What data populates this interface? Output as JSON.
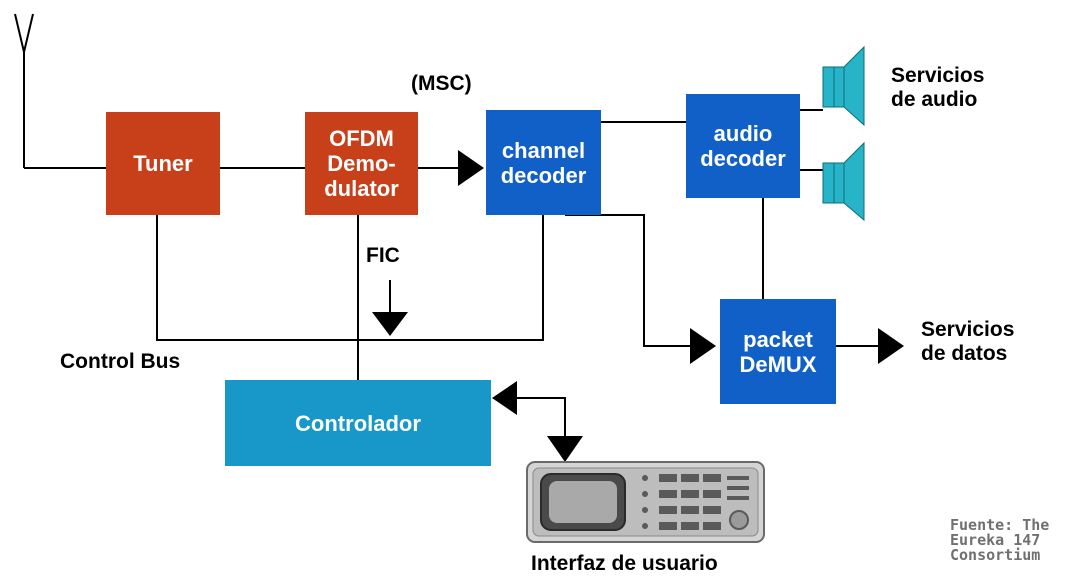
{
  "colors": {
    "red_block": "#c8401a",
    "blue_block": "#1060c8",
    "cyan_block": "#1898c8",
    "speaker": "#28b4c8",
    "line": "#000000",
    "credit_text": "#707070"
  },
  "blocks": {
    "tuner": "Tuner",
    "ofdm": "OFDM\nDemo-\ndulator",
    "channel_decoder": "channel\ndecoder",
    "audio_decoder": "audio\ndecoder",
    "packet_demux": "packet\nDeMUX",
    "controlador": "Controlador"
  },
  "labels": {
    "msc": "(MSC)",
    "fic": "FIC",
    "control_bus": "Control Bus",
    "servicios_audio": "Servicios\nde audio",
    "servicios_datos": "Servicios\nde datos",
    "interfaz": "Interfaz de usuario",
    "credit": "Fuente: The\nEureka 147\nConsortium"
  },
  "icons": {
    "antenna": "antenna-icon",
    "speaker": "speaker-icon",
    "user_terminal": "user-interface-terminal-icon"
  }
}
